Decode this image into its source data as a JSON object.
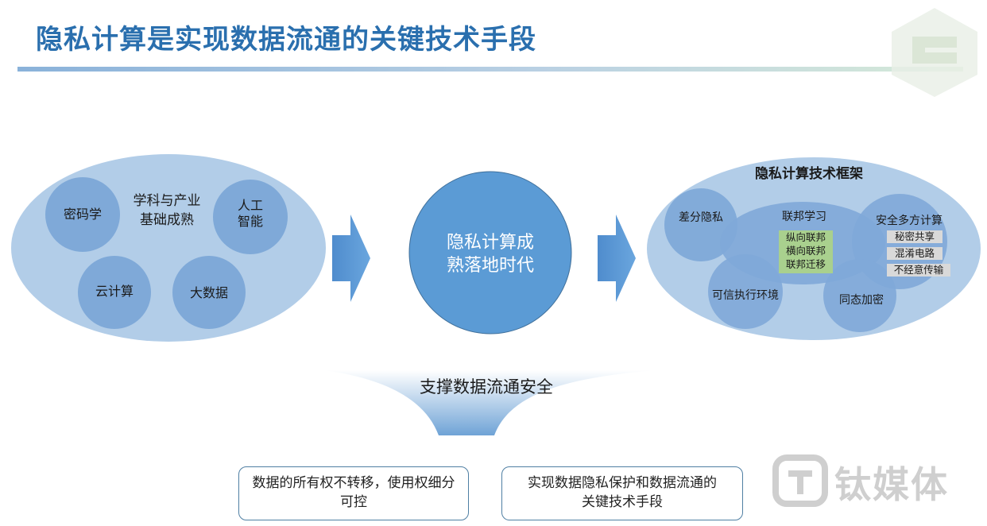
{
  "title": "隐私计算是实现数据流通的关键技术手段",
  "left_cluster": {
    "center": [
      "学科与产业",
      "基础成熟"
    ],
    "crypto": "密码学",
    "ai": [
      "人工",
      "智能"
    ],
    "cloud": "云计算",
    "bigdata": "大数据"
  },
  "middle": [
    "隐私计算成",
    "熟落地时代"
  ],
  "right_cluster": {
    "header": "隐私计算技术框架",
    "dp": "差分隐私",
    "fl": "联邦学习",
    "fl_items": [
      "纵向联邦",
      "横向联邦",
      "联邦迁移"
    ],
    "mpc": "安全多方计算",
    "mpc_items": [
      "秘密共享",
      "混淆电路",
      "不经意传输"
    ],
    "tee": "可信执行环境",
    "he": "同态加密"
  },
  "support": "支撑数据流通安全",
  "box_left": "数据的所有权不转移，使用权细分可控",
  "box_right": [
    "实现数据隐私保护和数据流通的",
    "关键技术手段"
  ],
  "watermark": "钛媒体",
  "colors": {
    "title": "#2a6fae",
    "outer_ellipse": "#b2cde8",
    "inner_circle": "#7fa9d8",
    "middle_circle": "#5b9bd5",
    "arrow": "#5b9bd5",
    "green_tag": "#a9d08e"
  }
}
